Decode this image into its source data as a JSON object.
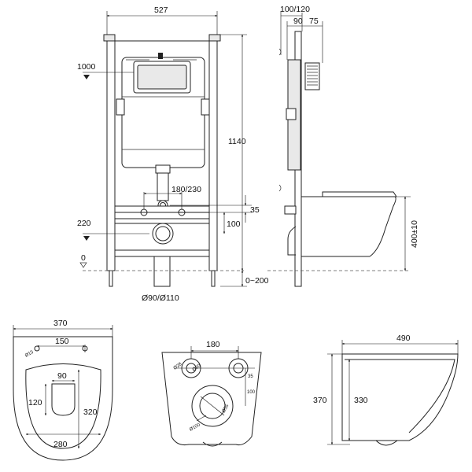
{
  "front_view": {
    "width": "527",
    "height": "1140",
    "level_1000": "1000",
    "level_220": "220",
    "level_0": "0",
    "spacing": "180/230",
    "dim_35": "35",
    "dim_100": "100",
    "floor_range": "0~200",
    "pipe": "Ø90/Ø110"
  },
  "side_view": {
    "depth": "100/120",
    "dim_90": "90",
    "dim_75": "75",
    "bowl_height": "400±10"
  },
  "bowl_top_view": {
    "width": "370",
    "hole_spacing": "150",
    "hole_dia": "Ø15",
    "outlet_w": "90",
    "outlet_h": "120",
    "inner_h": "320",
    "inner_w": "280"
  },
  "bowl_rear_view": {
    "spacing": "180",
    "d28": "Ø28",
    "d60": "Ø60",
    "d35": "35",
    "d100": "100",
    "d55": "Ø55",
    "d100b": "Ø100"
  },
  "bowl_side_view": {
    "length": "490",
    "height": "370",
    "inner_height": "330"
  }
}
